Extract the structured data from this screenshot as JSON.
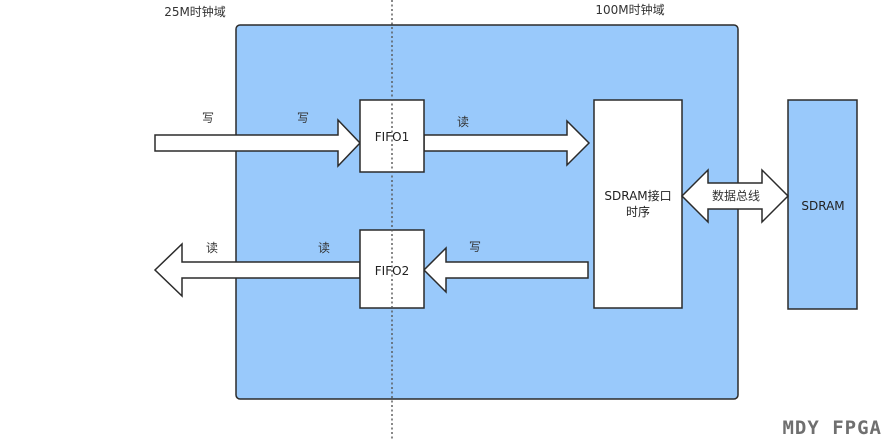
{
  "domains": {
    "left_label": "25M时钟域",
    "right_label": "100M时钟域"
  },
  "blocks": {
    "fifo1": "FIFO1",
    "fifo2": "FIFO2",
    "sdram_if_line1": "SDRAM接口",
    "sdram_if_line2": "时序",
    "sdram": "SDRAM"
  },
  "arrows": {
    "in_write_outer": "写",
    "in_write_inner": "写",
    "fifo1_read": "读",
    "out_read_outer": "读",
    "out_read_inner": "读",
    "fifo2_write": "写",
    "data_bus": "数据总线"
  },
  "watermark": "MDY FPGA",
  "colors": {
    "domain_fill": "#99c9fb",
    "block_fill": "#ffffff",
    "sdram_fill": "#99c9fb",
    "stroke": "#2b2b2b",
    "divider": "#555555"
  }
}
